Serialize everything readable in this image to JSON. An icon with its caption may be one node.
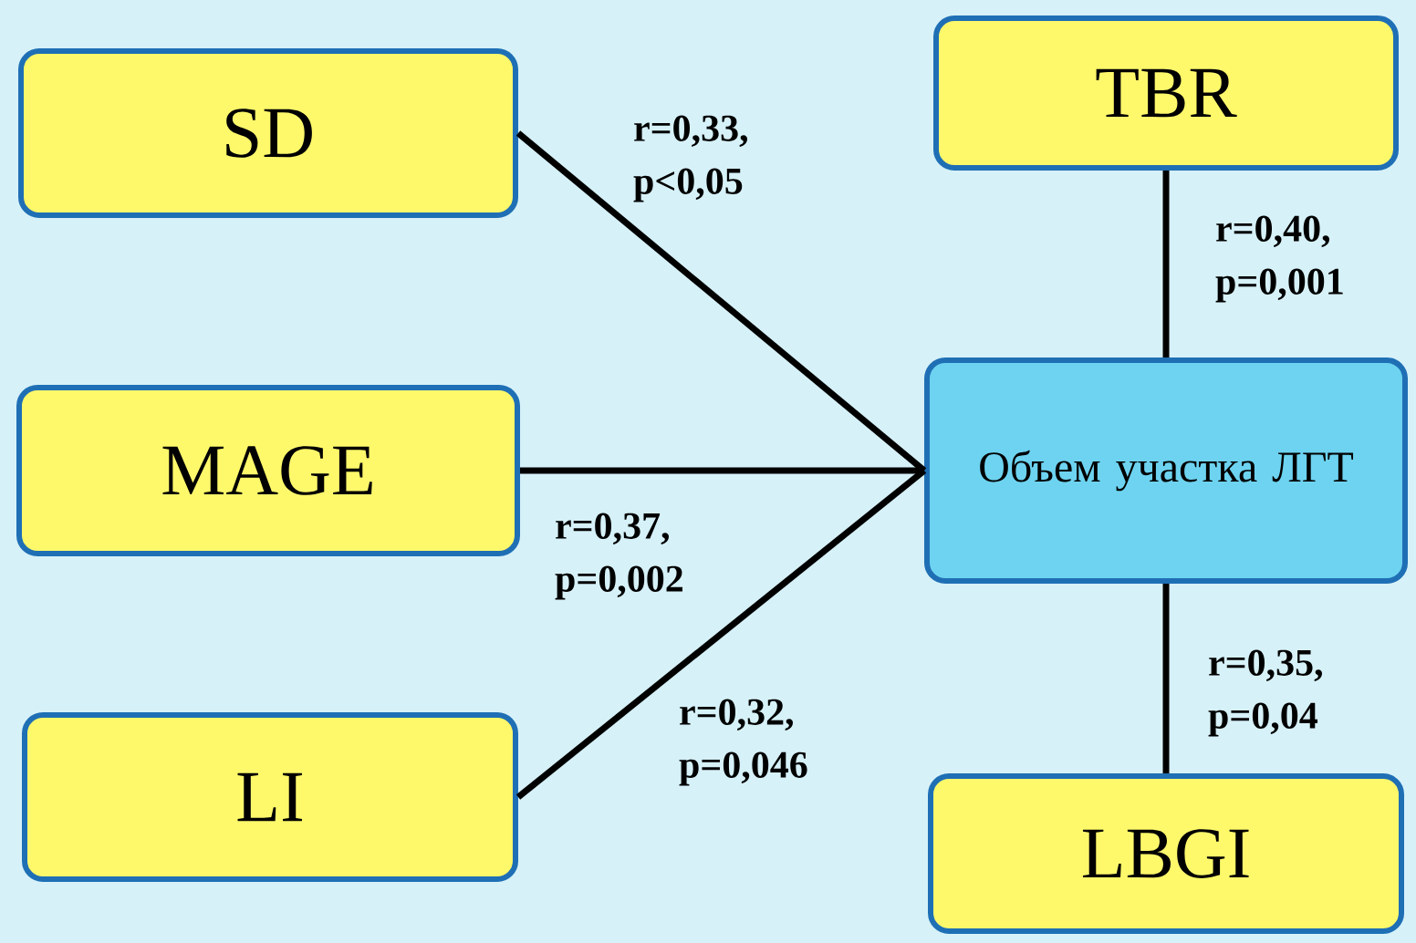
{
  "diagram": {
    "nodes": [
      {
        "text": [
          "SD"
        ]
      },
      {
        "text": [
          "MAGE"
        ]
      },
      {
        "text": [
          "LI"
        ]
      },
      {
        "text": [
          "TBR"
        ]
      },
      {
        "text": [
          "Объем участка ЛГТ"
        ]
      },
      {
        "text": [
          "LBGI"
        ]
      }
    ],
    "edges": [
      {
        "from": 0,
        "to": 4,
        "arrow": "none",
        "label": "r=0,33, p<0,05"
      },
      {
        "from": 1,
        "to": 4,
        "arrow": "none",
        "label": "r=0,37, p=0,002"
      },
      {
        "from": 2,
        "to": 4,
        "arrow": "none",
        "label": "r=0,32, p=0,046"
      },
      {
        "from": 3,
        "to": 4,
        "arrow": "none",
        "label": "r=0,40, p=0,001"
      },
      {
        "from": 4,
        "to": 5,
        "arrow": "none",
        "label": "r=0,35, p=0,04"
      }
    ]
  }
}
